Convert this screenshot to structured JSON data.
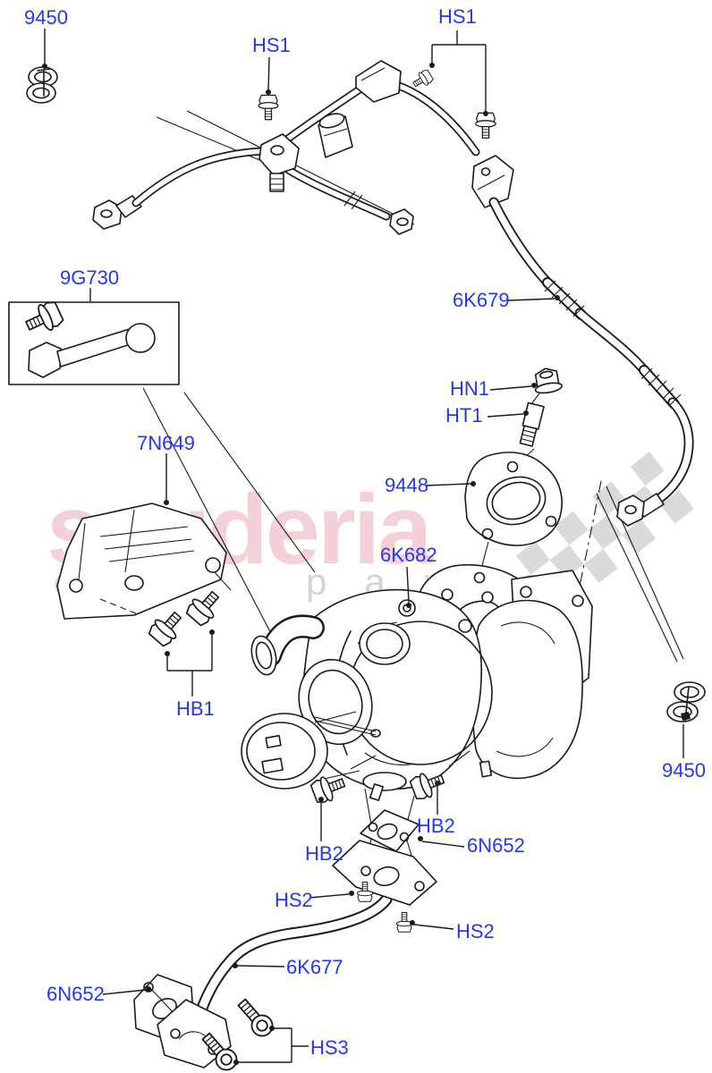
{
  "diagram": {
    "type": "exploded-parts-diagram",
    "subject": "turbocharger and oil feed/drain pipes"
  },
  "colors": {
    "label_blue": "#2438ef",
    "line_black": "#1a1a1a",
    "watermark_pink": "rgba(205,40,80,0.22)",
    "watermark_gray": "#d4d4d4",
    "checker_gray": "#dadada",
    "background": "#ffffff"
  },
  "watermark": {
    "brand": "scuderia",
    "brand_sub": "car parts"
  },
  "labels": [
    {
      "text": "9450"
    },
    {
      "text": "HS1"
    },
    {
      "text": "HS1"
    },
    {
      "text": "9G730"
    },
    {
      "text": "6K679"
    },
    {
      "text": "HN1"
    },
    {
      "text": "HT1"
    },
    {
      "text": "9448"
    },
    {
      "text": "7N649"
    },
    {
      "text": "6K682"
    },
    {
      "text": "HB1"
    },
    {
      "text": "HB2"
    },
    {
      "text": "6N652"
    },
    {
      "text": "HB2"
    },
    {
      "text": "HS2"
    },
    {
      "text": "HS2"
    },
    {
      "text": "6K677"
    },
    {
      "text": "6N652"
    },
    {
      "text": "HS3"
    },
    {
      "text": "9450"
    }
  ]
}
